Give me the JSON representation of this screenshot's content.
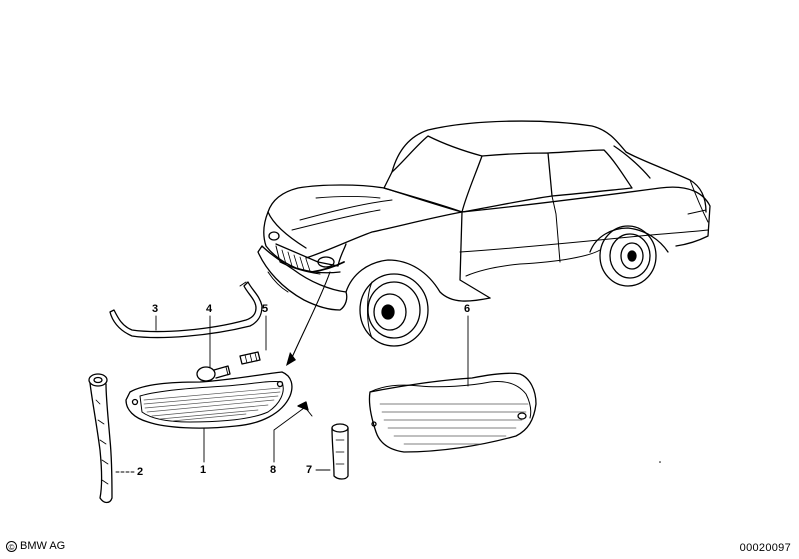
{
  "callouts": [
    {
      "label": "1",
      "part": "turn-signal-lens"
    },
    {
      "label": "2",
      "part": "gasket"
    },
    {
      "label": "3",
      "part": "trim-strip"
    },
    {
      "label": "4",
      "part": "bulb"
    },
    {
      "label": "5",
      "part": "bulb-holder"
    },
    {
      "label": "6",
      "part": "bumper-corner"
    },
    {
      "label": "7",
      "part": "grommet"
    },
    {
      "label": "8",
      "part": "screw"
    }
  ],
  "footer": {
    "copyright_symbol": "©",
    "copyright": "BMW AG",
    "document_number": "00020097"
  },
  "colors": {
    "line": "#000000",
    "background": "#ffffff",
    "shading": "#555555"
  }
}
